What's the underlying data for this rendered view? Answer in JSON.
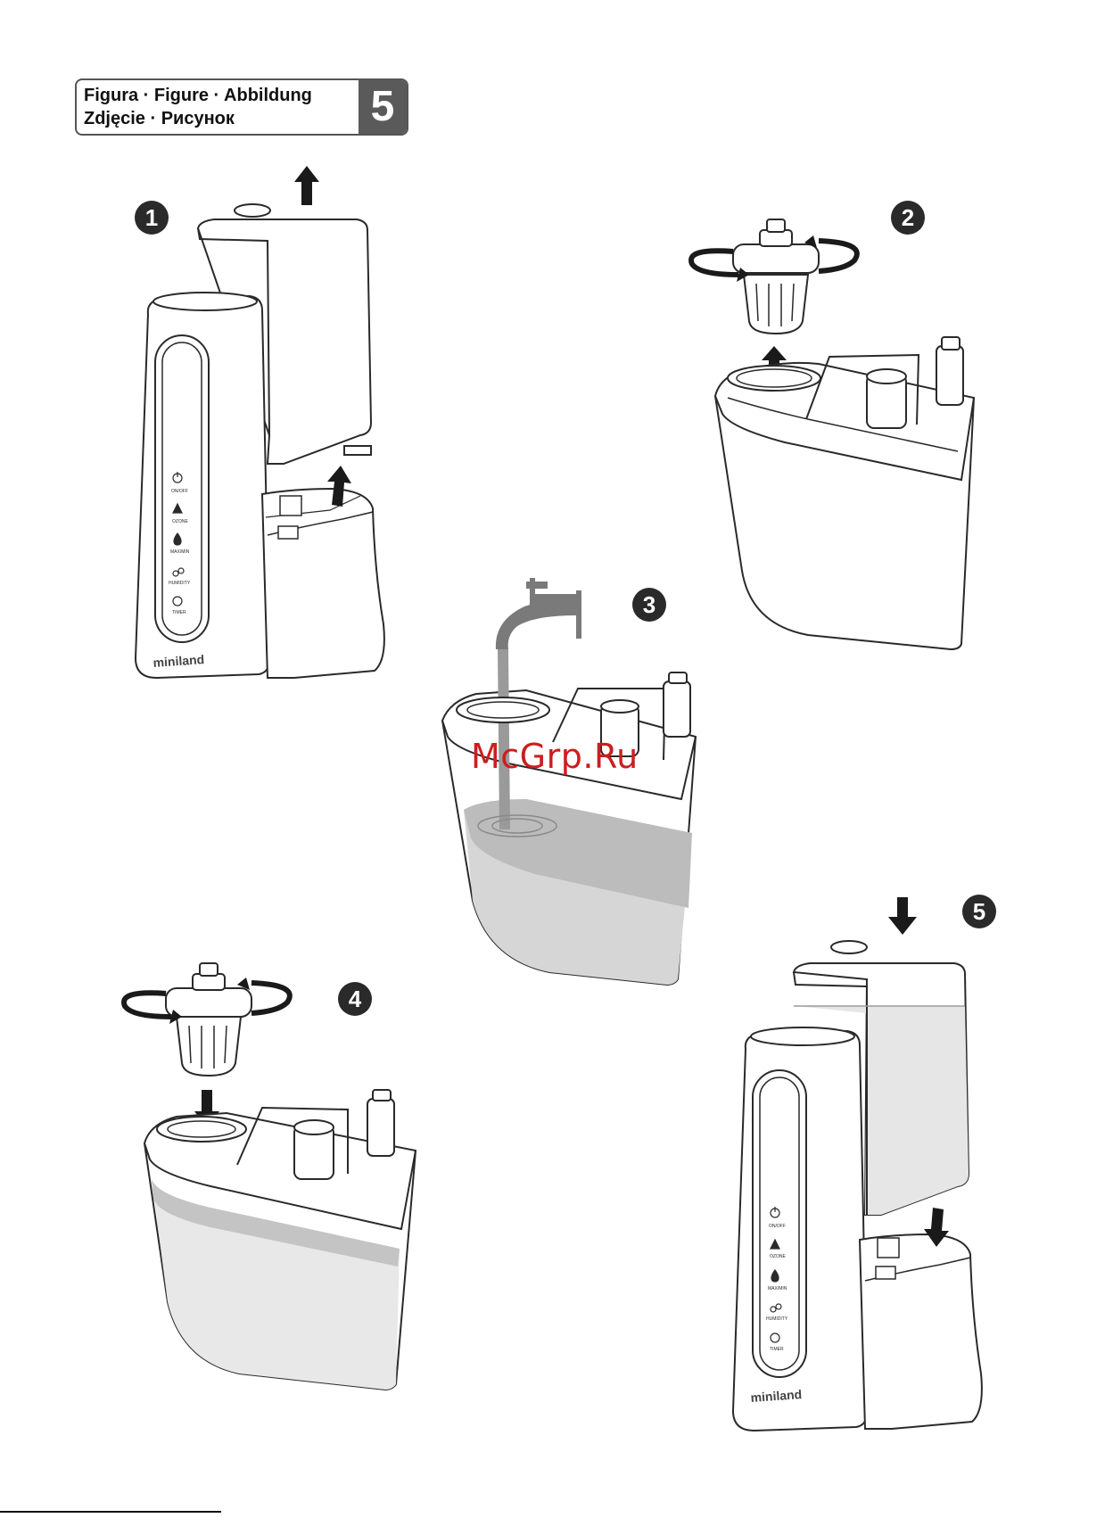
{
  "header": {
    "line1": "Figura · Figure · Abbildung",
    "line2": "Zdjęcie · Рисунок",
    "figure_number": "5"
  },
  "steps": [
    "1",
    "2",
    "3",
    "4",
    "5"
  ],
  "device": {
    "brand": "miniland",
    "buttons": [
      "ON/OFF",
      "OZONE",
      "MAX/MIN",
      "HUMIDITY",
      "TIMER"
    ]
  },
  "watermark": "McGrp.Ru",
  "colors": {
    "line": "#2a2a2a",
    "arrow": "#1a1a1a",
    "water": "#d6d6d6",
    "water_dark": "#b8b8b8",
    "tap": "#7a7a7a",
    "watermark": "#cc1e1e"
  }
}
